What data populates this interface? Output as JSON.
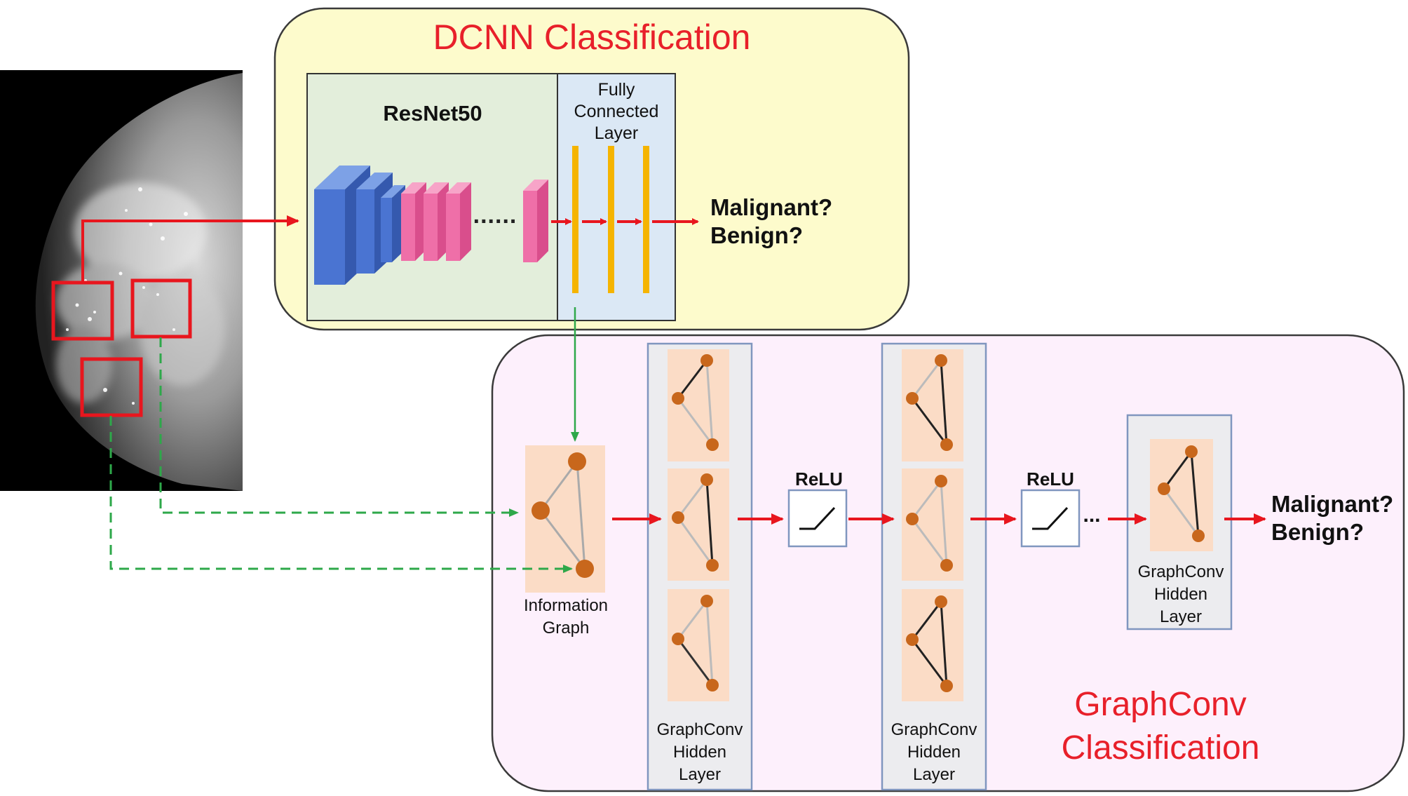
{
  "dcnn": {
    "title": "DCNN Classification",
    "backbone_label": "ResNet50",
    "fc_label": [
      "Fully",
      "Connected",
      "Layer"
    ],
    "ellipsis": "......",
    "output": [
      "Malignant?",
      "Benign?"
    ]
  },
  "gcn": {
    "title": [
      "GraphConv",
      "Classification"
    ],
    "info_graph_label": [
      "Information",
      "Graph"
    ],
    "hidden_label": [
      "GraphConv",
      "Hidden",
      "Layer"
    ],
    "relu_label": "ReLU",
    "ellipsis": "...",
    "output": [
      "Malignant?",
      "Benign?"
    ]
  },
  "colors": {
    "dcnn_title": "#e8202a",
    "gcn_title": "#e8202a",
    "dcnn_panel_fill": "#fdfbcc",
    "gcn_panel_fill": "#fdf0fc",
    "resnet_fill": "#e3eedb",
    "fc_fill": "#dbe8f5",
    "layer_outline": "#8096bf",
    "graph_tile": "#fbdcc6",
    "node": "#c8671c",
    "conv_blue": "#4a74d2",
    "conv_pink": "#ef6fa8",
    "fc_bar": "#f5b400",
    "arrow_red": "#e8161e",
    "arrow_green": "#2ea84a"
  }
}
